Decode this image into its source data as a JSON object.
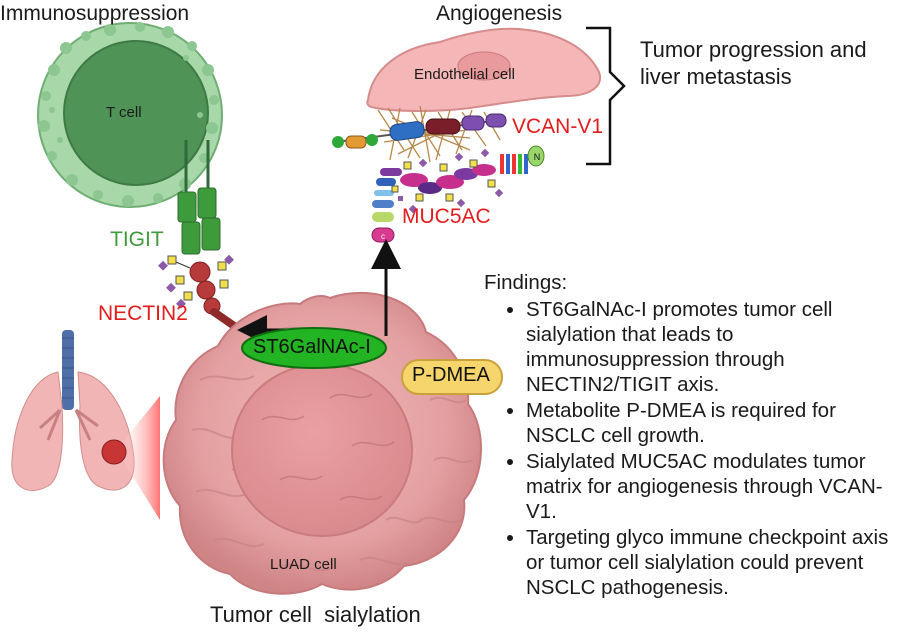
{
  "labels": {
    "immunosuppression": "Immunosuppression",
    "angiogenesis": "Angiogenesis",
    "t_cell": "T cell",
    "endothelial_cell": "Endothelial cell",
    "progression": "Tumor progression and\nliver metastasis",
    "vcan": "VCAN-V1",
    "muc5ac": "MUC5AC",
    "tigit": "TIGIT",
    "nectin2": "NECTIN2",
    "st6": "ST6GalNAc-I",
    "pdmea": "P-DMEA",
    "luad": "LUAD cell",
    "sialylation": "Tumor cell  sialylation",
    "mucin_n": "N",
    "mucin_c": "c"
  },
  "findings": {
    "title": "Findings:",
    "items": [
      "ST6GalNAc-I promotes tumor cell sialylation that leads to immunosuppression through NECTIN2/TIGIT axis.",
      "Metabolite P-DMEA is required for NSCLC cell growth.",
      "Sialylated MUC5AC modulates tumor matrix for angiogenesis through VCAN-V1.",
      "Targeting glyco immune checkpoint axis  or  tumor cell sialylation could prevent NSCLC pathogenesis."
    ]
  },
  "colors": {
    "label_red": "#e21d1d",
    "label_green": "#3f9a3a",
    "tumor": "#e9a3a3",
    "t_cell": "#a6d7a8",
    "endothelial": "#f3b3b3",
    "st6_pill": "#22b421",
    "pdmea_pill": "#f5d66a"
  }
}
